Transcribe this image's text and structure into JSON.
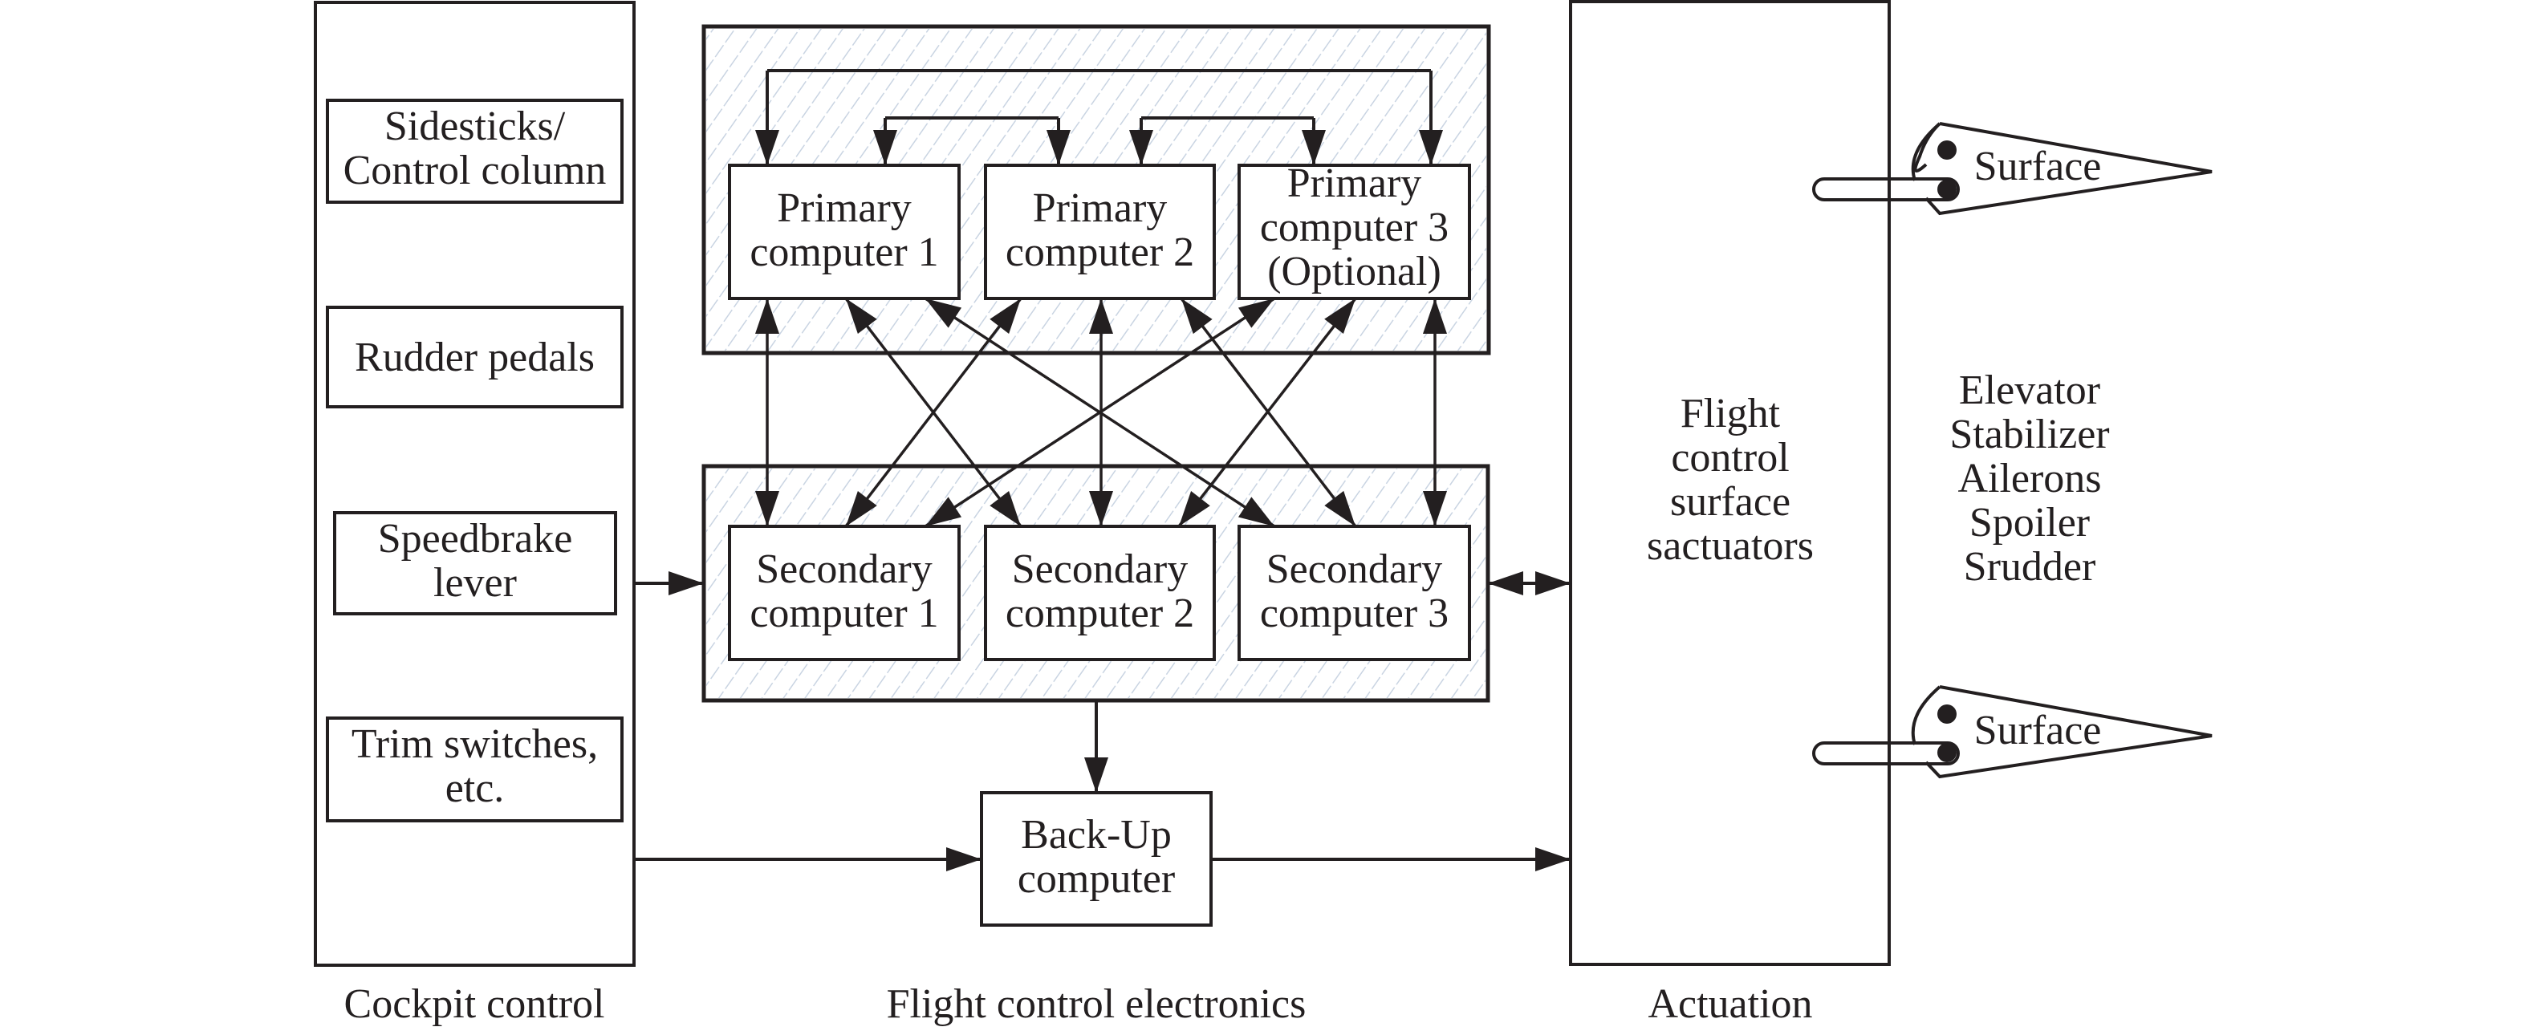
{
  "colors": {
    "ink": "#231f20",
    "hatch": "#c9d4e2",
    "background": "#ffffff"
  },
  "sections": {
    "cockpit": "Cockpit control",
    "electronics": "Flight control electronics",
    "actuation": "Actuation"
  },
  "cockpit_items": [
    {
      "id": "sidesticks",
      "lines": [
        "Sidesticks/",
        "Control column"
      ]
    },
    {
      "id": "rudder",
      "lines": [
        "Rudder pedals"
      ]
    },
    {
      "id": "speedbrake",
      "lines": [
        "Speedbrake",
        "lever"
      ]
    },
    {
      "id": "trim",
      "lines": [
        "Trim switches,",
        "etc."
      ]
    }
  ],
  "primary_computers": [
    {
      "id": "p1",
      "lines": [
        "Primary",
        "computer 1"
      ]
    },
    {
      "id": "p2",
      "lines": [
        "Primary",
        "computer 2"
      ]
    },
    {
      "id": "p3",
      "lines": [
        "Primary",
        "computer 3",
        "(Optional)"
      ]
    }
  ],
  "secondary_computers": [
    {
      "id": "s1",
      "lines": [
        "Secondary",
        "computer 1"
      ]
    },
    {
      "id": "s2",
      "lines": [
        "Secondary",
        "computer 2"
      ]
    },
    {
      "id": "s3",
      "lines": [
        "Secondary",
        "computer 3"
      ]
    }
  ],
  "backup_computer": {
    "lines": [
      "Back-Up",
      "computer"
    ]
  },
  "actuator": {
    "lines": [
      "Flight",
      "control",
      "surface",
      "sactuators"
    ]
  },
  "surfaces_list": [
    "Elevator",
    "Stabilizer",
    "Ailerons",
    "Spoiler",
    "Srudder"
  ],
  "surface_labels": [
    "Surface",
    "Surface"
  ],
  "connections": {
    "primary_ring": [
      [
        "p1",
        "p3"
      ],
      [
        "p1",
        "p2"
      ],
      [
        "p2",
        "p3"
      ]
    ],
    "primary_secondary": [
      [
        "p1",
        "s1"
      ],
      [
        "p1",
        "s2"
      ],
      [
        "p1",
        "s3"
      ],
      [
        "p2",
        "s1"
      ],
      [
        "p2",
        "s2"
      ],
      [
        "p2",
        "s3"
      ],
      [
        "p3",
        "s1"
      ],
      [
        "p3",
        "s2"
      ],
      [
        "p3",
        "s3"
      ]
    ],
    "flows": [
      {
        "from": "cockpit",
        "to": "secondary-group",
        "direction": "one-way"
      },
      {
        "from": "secondary-group",
        "to": "actuator",
        "direction": "two-way"
      },
      {
        "from": "secondary-group",
        "to": "backup",
        "direction": "one-way"
      },
      {
        "from": "cockpit",
        "to": "backup",
        "direction": "one-way"
      },
      {
        "from": "backup",
        "to": "actuator",
        "direction": "one-way"
      }
    ]
  }
}
